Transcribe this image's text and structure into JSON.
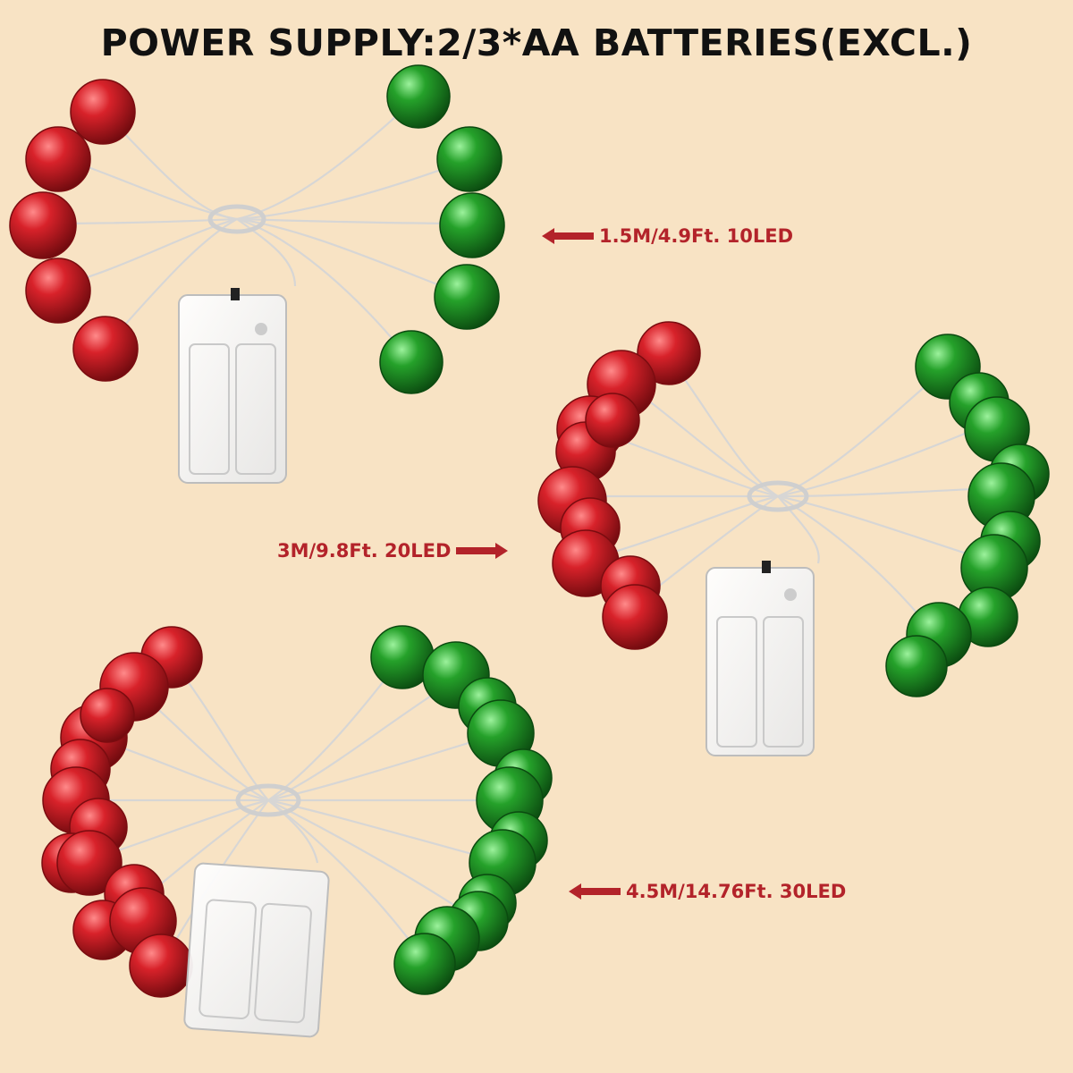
{
  "title": "POWER SUPPLY:2/3*AA BATTERIES(EXCL.)",
  "colors": {
    "background": "#f8e3c4",
    "label": "#b3232a",
    "red_bell": "#c8141e",
    "green_bell": "#1e9a22",
    "wire": "#dcdcdc"
  },
  "variants": [
    {
      "label": "1.5M/4.9Ft. 10LED",
      "led_count": 10
    },
    {
      "label": "3M/9.8Ft. 20LED",
      "led_count": 20
    },
    {
      "label": "4.5M/14.76Ft. 30LED",
      "led_count": 30
    }
  ],
  "icons": [
    "arrow-left-icon",
    "arrow-right-icon",
    "bell-icon",
    "battery-box-icon"
  ]
}
